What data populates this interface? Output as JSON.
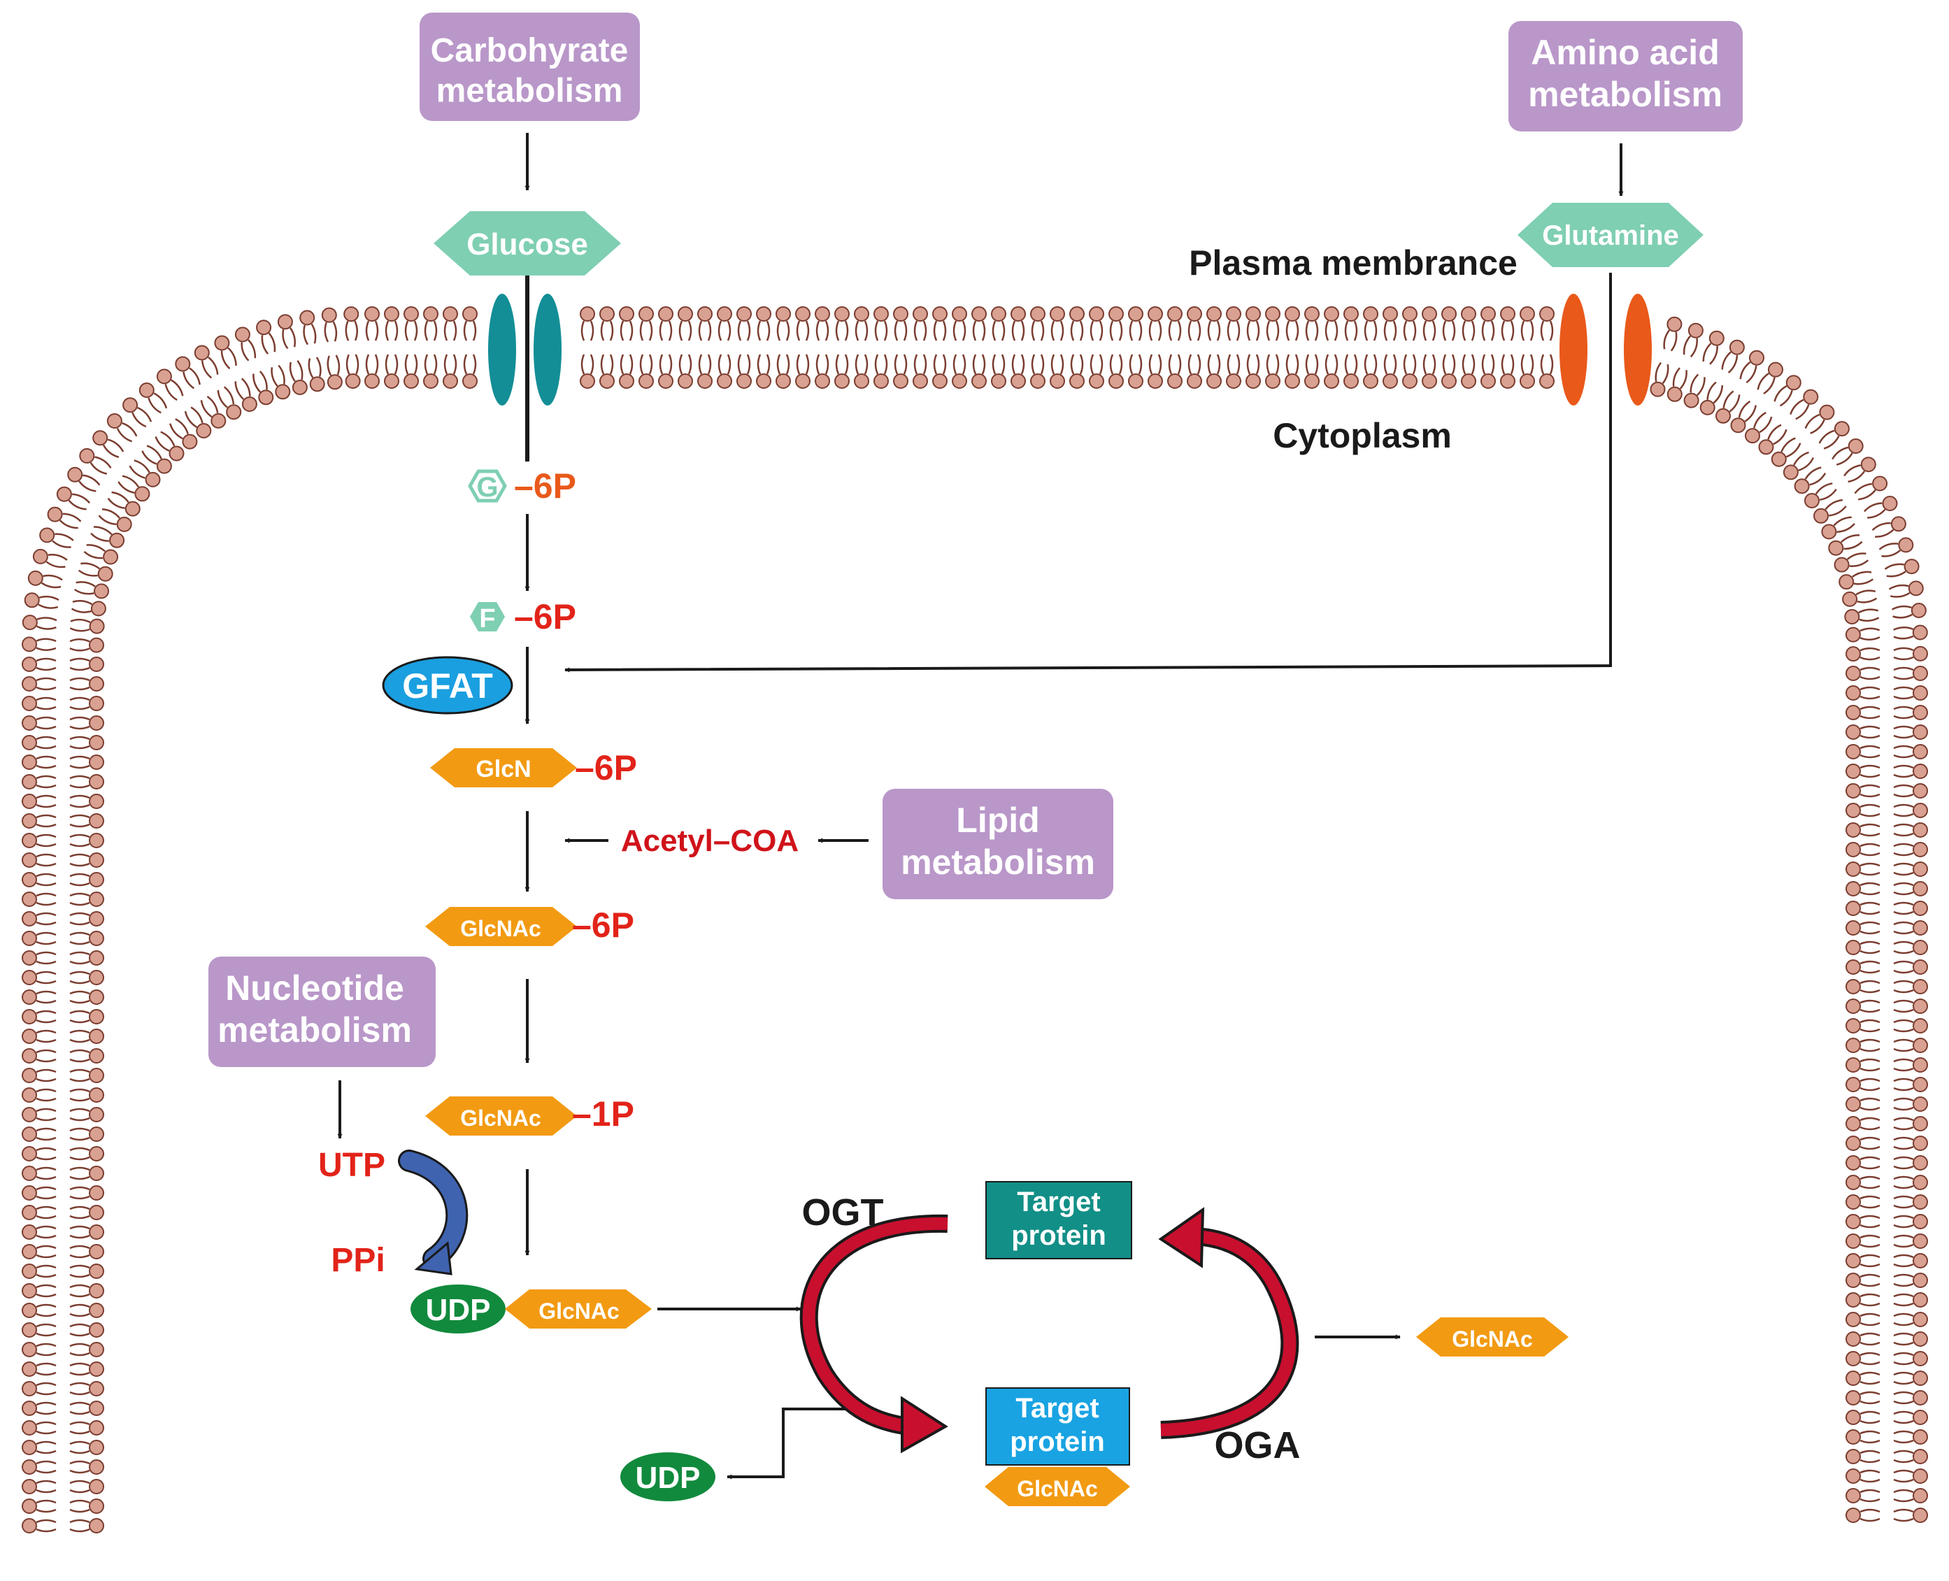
{
  "colors": {
    "purple_box": "#b998c9",
    "teal_hex": "#7fcfb3",
    "teal_channel": "#138d96",
    "orange_channel": "#e8591a",
    "orange_hex": "#f29a12",
    "red_text": "#e2231a",
    "dark_red_text": "#d0121b",
    "blue_enzyme": "#1a9fe0",
    "green_udp": "#118a3d",
    "teal_box": "#129087",
    "blue_box": "#1aa3e2",
    "cycle_arrow": "#c8102e",
    "curved_arrow": "#3f63ae",
    "lipid_head": "#d9a192",
    "lipid_outline": "#7a3d2f",
    "black": "#1a1a1a"
  },
  "boxes": {
    "carb": "Carbohyrate\nmetabolism",
    "amino": "Amino acid\nmetabolism",
    "lipid": "Lipid\nmetabolism",
    "nucleotide": "Nucleotide\nmetabolism"
  },
  "labels": {
    "plasma_membrane": "Plasma membrance",
    "cytoplasm": "Cytoplasm",
    "acetyl_coa": "Acetyl–COA",
    "utp": "UTP",
    "ppi": "PPi",
    "ogt": "OGT",
    "oga": "OGA",
    "g": "G",
    "f": "F",
    "p6_g": "–6P",
    "p6_f": "–6P",
    "p6_glcn": "–6P",
    "p6_glcnac": "–6P",
    "p1_glcnac": "–1P"
  },
  "molecules": {
    "glucose": "Glucose",
    "glutamine": "Glutamine",
    "glcn": "GlcN",
    "glcnac_6p": "GlcNAc",
    "glcnac_1p": "GlcNAc",
    "glcnac_udp": "GlcNAc",
    "glcnac_out": "GlcNAc",
    "glcnac_target": "GlcNAc",
    "gfat": "GFAT",
    "udp_1": "UDP",
    "udp_2": "UDP"
  },
  "target_protein": {
    "top": "Target\nprotein",
    "bottom": "Target\nprotein"
  }
}
